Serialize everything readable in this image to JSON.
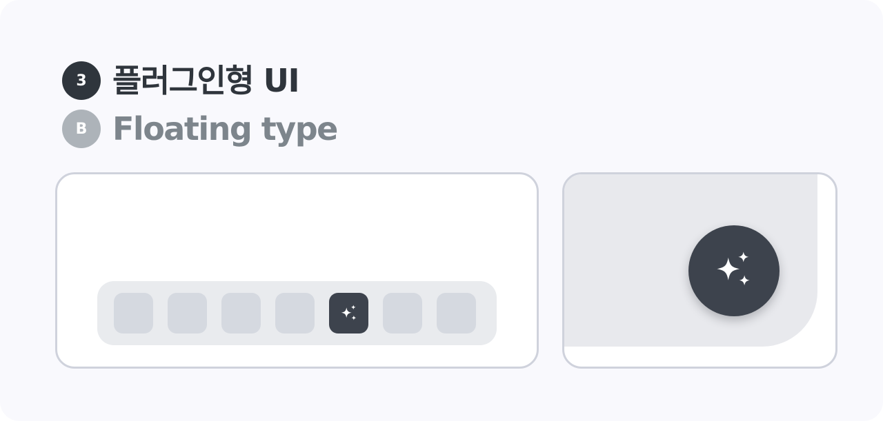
{
  "heading_primary": {
    "step_number": "3",
    "title": "플러그인형 UI"
  },
  "heading_secondary": {
    "step_letter": "B",
    "title": "Floating type"
  },
  "dock_panel": {
    "slot_count": 7,
    "active_slot_index": 4,
    "active_slot_icon": "sparkles-icon"
  },
  "floating_panel": {
    "button_icon": "sparkles-icon"
  },
  "colors": {
    "dark": "#2f353c",
    "muted": "#7d858c",
    "slot": "#d5d9e0",
    "active": "#3d434d",
    "border": "#cfd2dc"
  }
}
